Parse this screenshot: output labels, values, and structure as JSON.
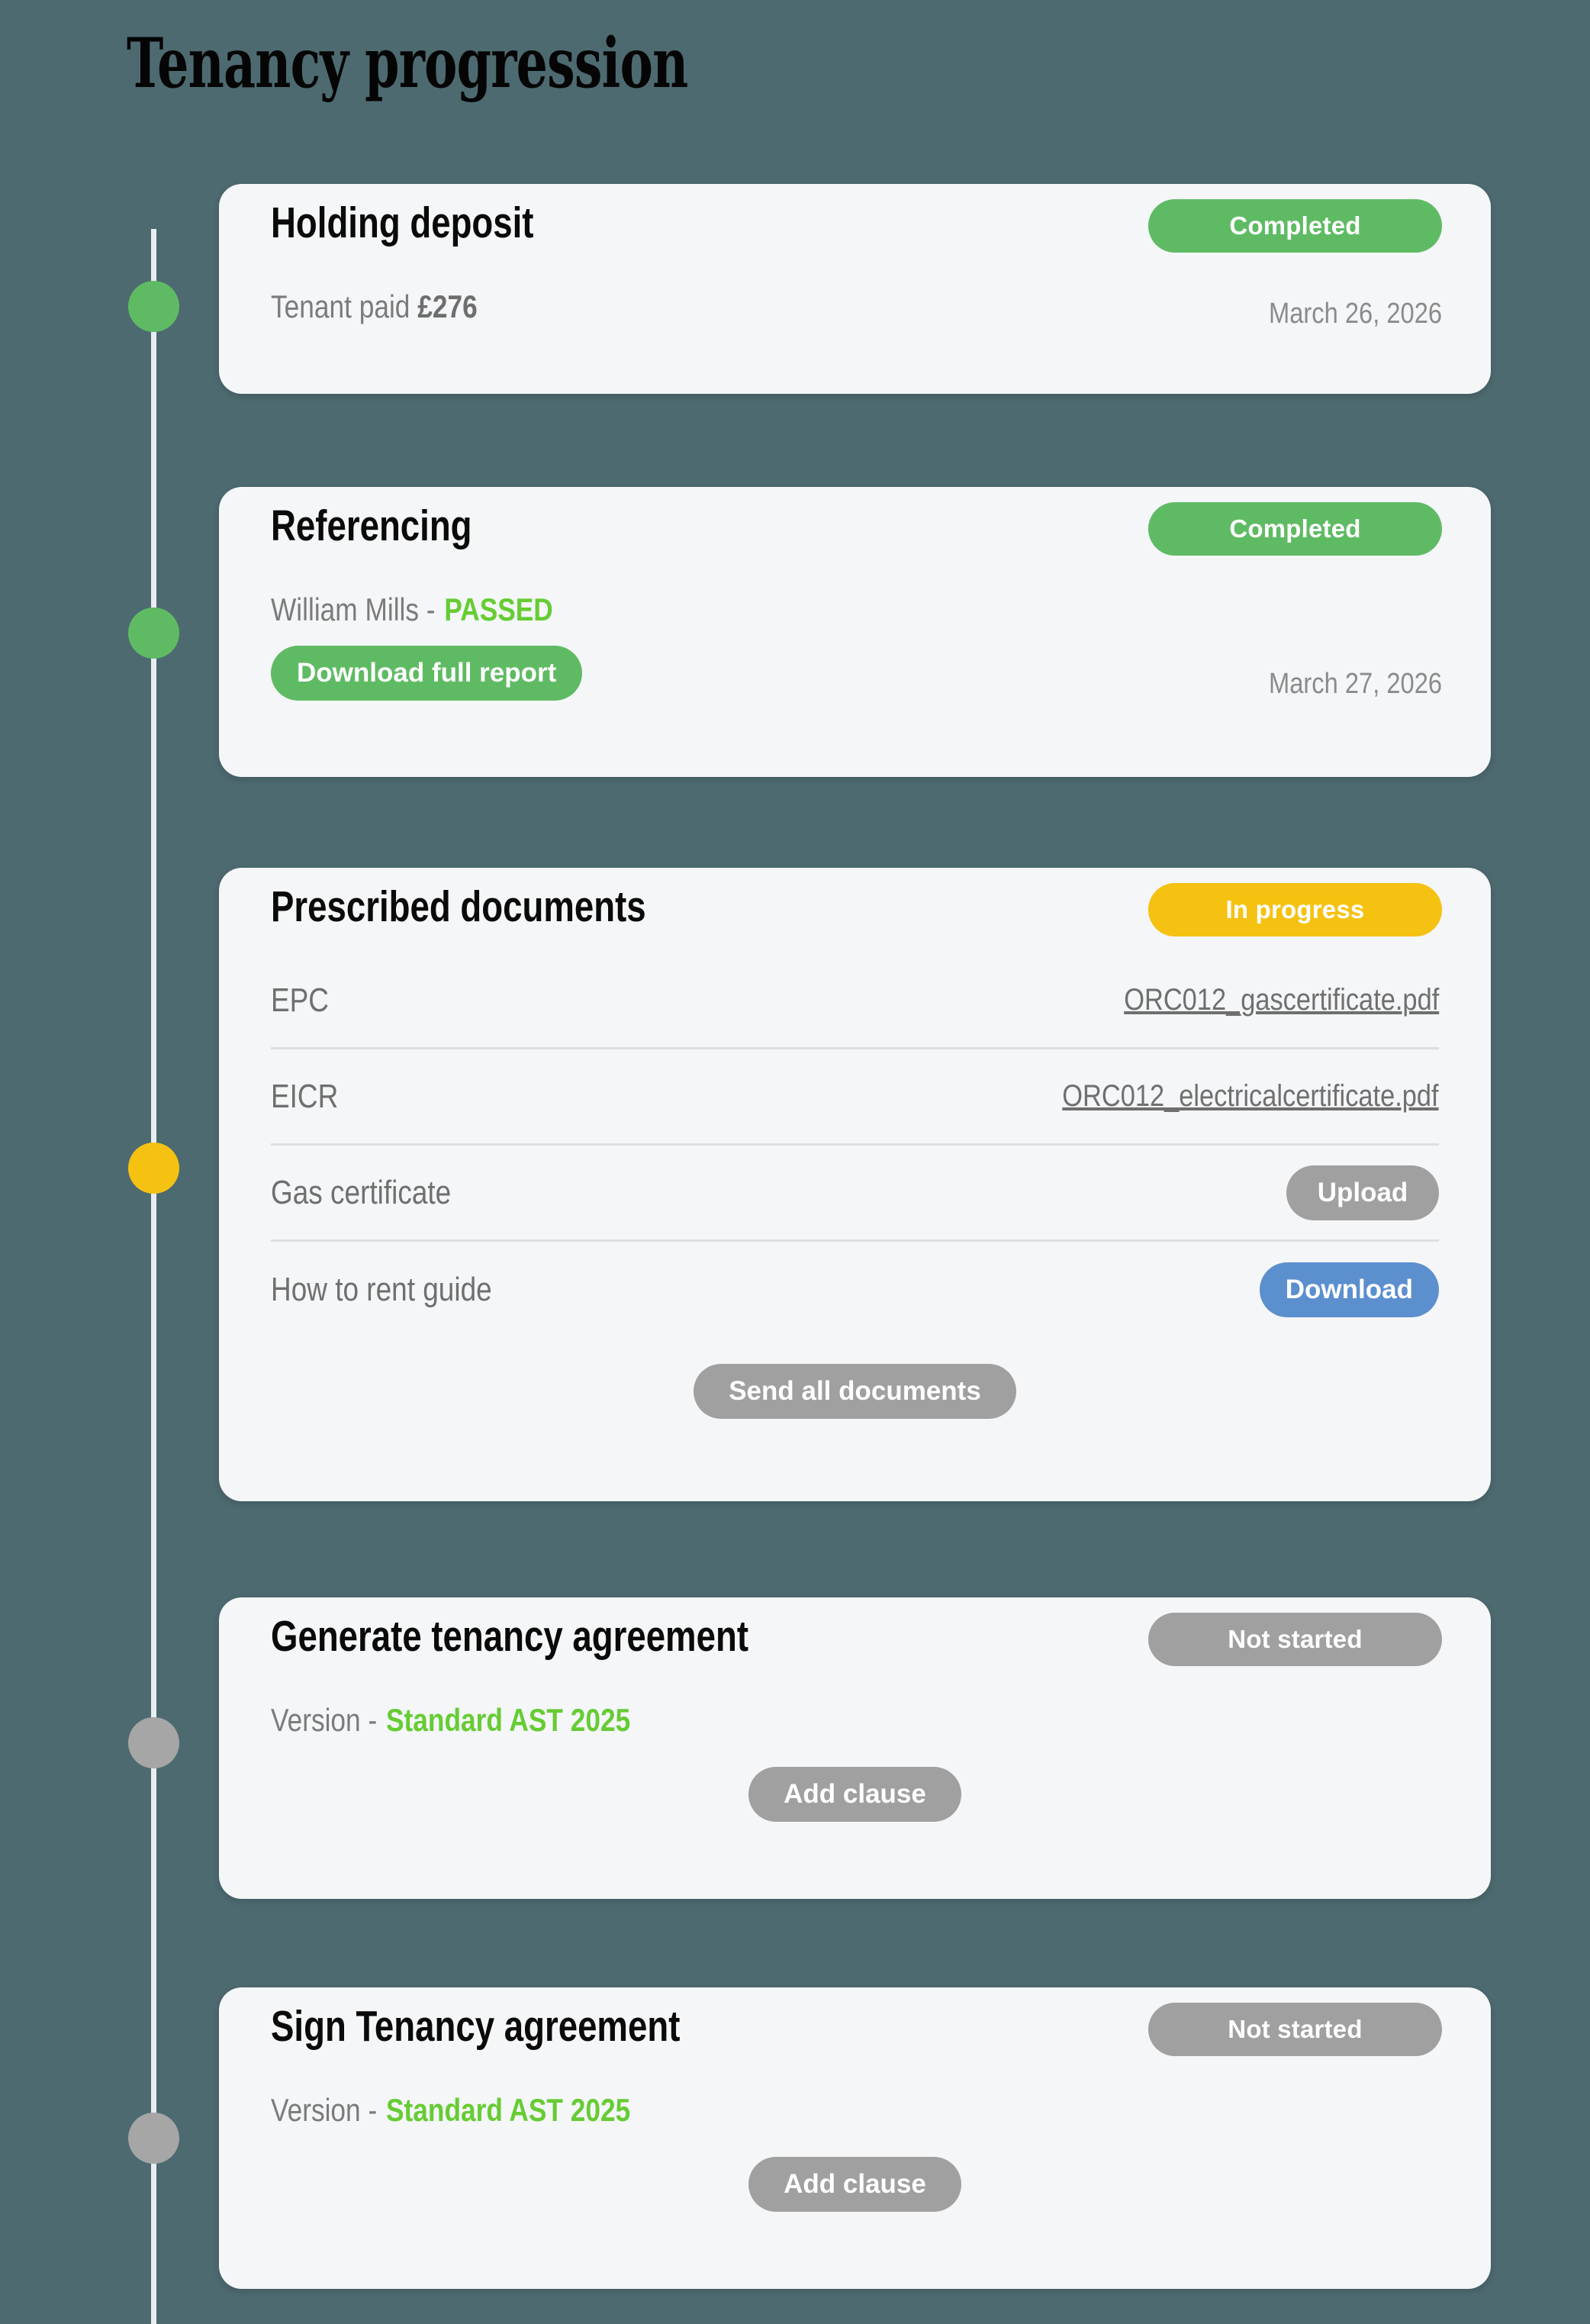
{
  "page": {
    "title": "Tenancy progression",
    "background_color": "#4d6a70"
  },
  "colors": {
    "completed": "#5fbb63",
    "in_progress": "#f5c212",
    "not_started": "#a0a0a0",
    "download_blue": "#5c8fce",
    "passed_green": "#66cc33",
    "card_background": "#f4f6f8"
  },
  "timeline": {
    "dots": [
      {
        "status": "completed",
        "color": "#5fbb63"
      },
      {
        "status": "completed",
        "color": "#5fbb63"
      },
      {
        "status": "in-progress",
        "color": "#f5c212"
      },
      {
        "status": "not-started",
        "color": "#a6a6a6"
      },
      {
        "status": "not-started",
        "color": "#a6a6a6"
      }
    ]
  },
  "steps": [
    {
      "id": "holding-deposit",
      "title": "Holding deposit",
      "badge": "Completed",
      "subtitle_prefix": "Tenant paid ",
      "subtitle_value": "£276",
      "date": "March 26, 2026"
    },
    {
      "id": "referencing",
      "title": "Referencing",
      "badge": "Completed",
      "subtitle_prefix": "William Mills -",
      "subtitle_value": "PASSED",
      "action_label": "Download full report",
      "date": "March 27, 2026"
    },
    {
      "id": "prescribed-documents",
      "title": "Prescribed documents",
      "badge": "In progress",
      "documents": [
        {
          "label": "EPC",
          "type": "link",
          "value": "ORC012_gascertificate.pdf"
        },
        {
          "label": "EICR",
          "type": "link",
          "value": "ORC012_electricalcertificate.pdf"
        },
        {
          "label": "Gas certificate",
          "type": "button",
          "value": "Upload",
          "style": "grey"
        },
        {
          "label": "How to rent guide",
          "type": "button",
          "value": "Download",
          "style": "blue"
        }
      ],
      "footer_action": "Send all documents"
    },
    {
      "id": "generate-tenancy-agreement",
      "title": "Generate tenancy agreement",
      "badge": "Not started",
      "subtitle_prefix": "Version -",
      "subtitle_value": "Standard AST 2025",
      "footer_action": "Add clause"
    },
    {
      "id": "sign-tenancy-agreement",
      "title": "Sign Tenancy agreement",
      "badge": "Not started",
      "subtitle_prefix": "Version -",
      "subtitle_value": "Standard AST 2025",
      "footer_action": "Add clause"
    }
  ]
}
